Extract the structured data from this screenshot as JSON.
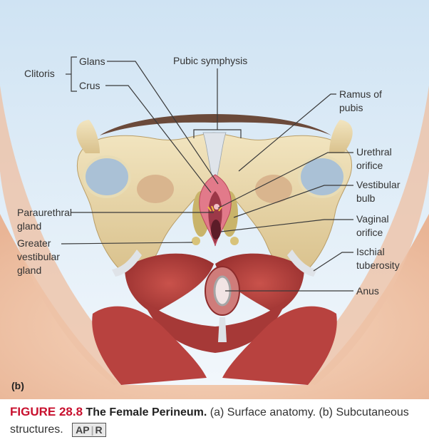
{
  "labels": {
    "glans": "Glans",
    "crus": "Crus",
    "clitoris": "Clitoris",
    "pubic_symphysis": "Pubic symphysis",
    "ramus_of_pubis": [
      "Ramus of",
      "pubis"
    ],
    "urethral_orifice": [
      "Urethral",
      "orifice"
    ],
    "vestibular_bulb": [
      "Vestibular",
      "bulb"
    ],
    "paraurethral_gland": [
      "Paraurethral",
      "gland"
    ],
    "greater_vestibular_gland": [
      "Greater",
      "vestibular",
      "gland"
    ],
    "vaginal_orifice": [
      "Vaginal",
      "orifice"
    ],
    "ischial_tuberosity": [
      "Ischial",
      "tuberosity"
    ],
    "anus": "Anus",
    "panel": "(b)"
  },
  "caption": {
    "figure_label": "FIGURE 28.8",
    "title": "The Female Perineum.",
    "text": "(a) Surface anatomy. (b) Subcutaneous structures.",
    "badge_left": "AP",
    "badge_right": "R"
  },
  "colors": {
    "accent": "#c8102e",
    "bone": "#e8d7aa",
    "muscle": "#b8423f",
    "skin": "#f1cdb3",
    "background": "#dcebf6"
  }
}
